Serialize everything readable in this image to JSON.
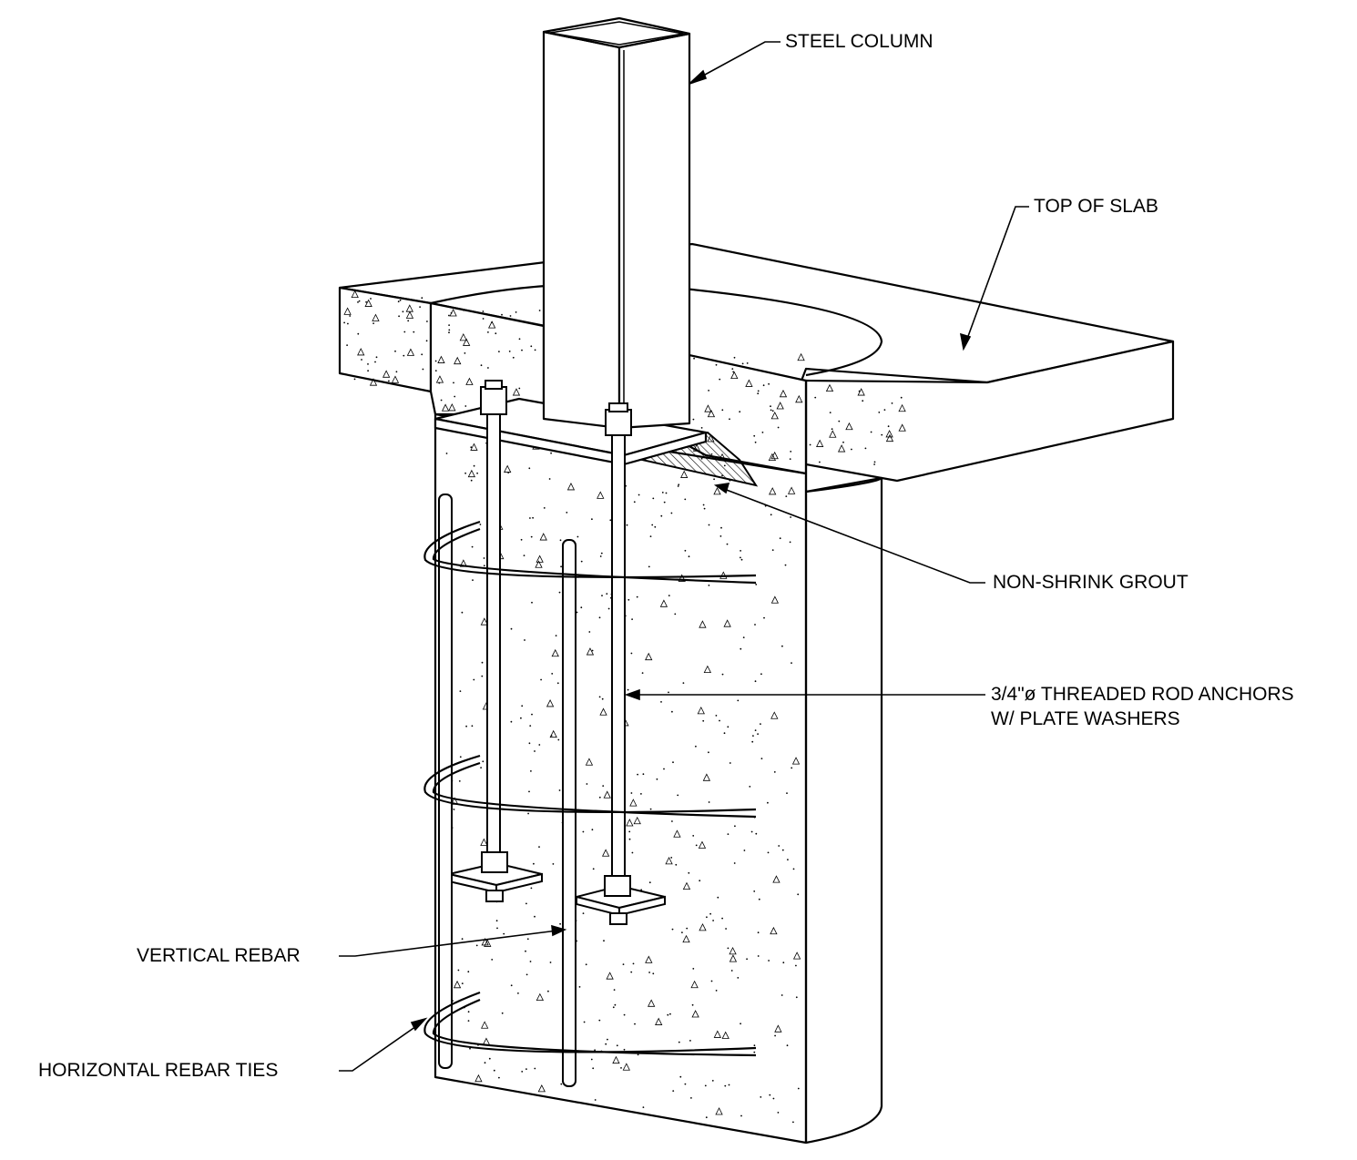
{
  "labels": {
    "steel_column": "STEEL COLUMN",
    "top_of_slab": "TOP OF SLAB",
    "non_shrink_grout": "NON-SHRINK GROUT",
    "threaded_rod_line1": "3/4\"ø THREADED ROD ANCHORS",
    "threaded_rod_line2": "W/ PLATE WASHERS",
    "vertical_rebar": "VERTICAL REBAR",
    "horizontal_rebar_ties": "HORIZONTAL REBAR TIES"
  },
  "colors": {
    "line": "#000000",
    "background": "#ffffff",
    "stipple": "#000000"
  }
}
